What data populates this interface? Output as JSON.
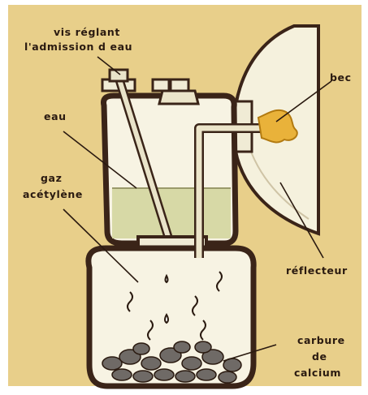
{
  "labels": {
    "screw_line1": "vis réglant",
    "screw_line2": "l'admission d eau",
    "water": "eau",
    "gas_line1": "gaz",
    "gas_line2": "acétylène",
    "burner": "bec",
    "reflector": "réflecteur",
    "carbide_line1": "carbure",
    "carbide_line2": "de",
    "carbide_line3": "calcium"
  },
  "colors": {
    "background": "#e8cf8a",
    "metal_outline": "#3a2418",
    "water": "#d7d9a6",
    "reflector": "#f5f1dd",
    "flame": "#e9b23a",
    "carbide": "#6f6a66"
  }
}
